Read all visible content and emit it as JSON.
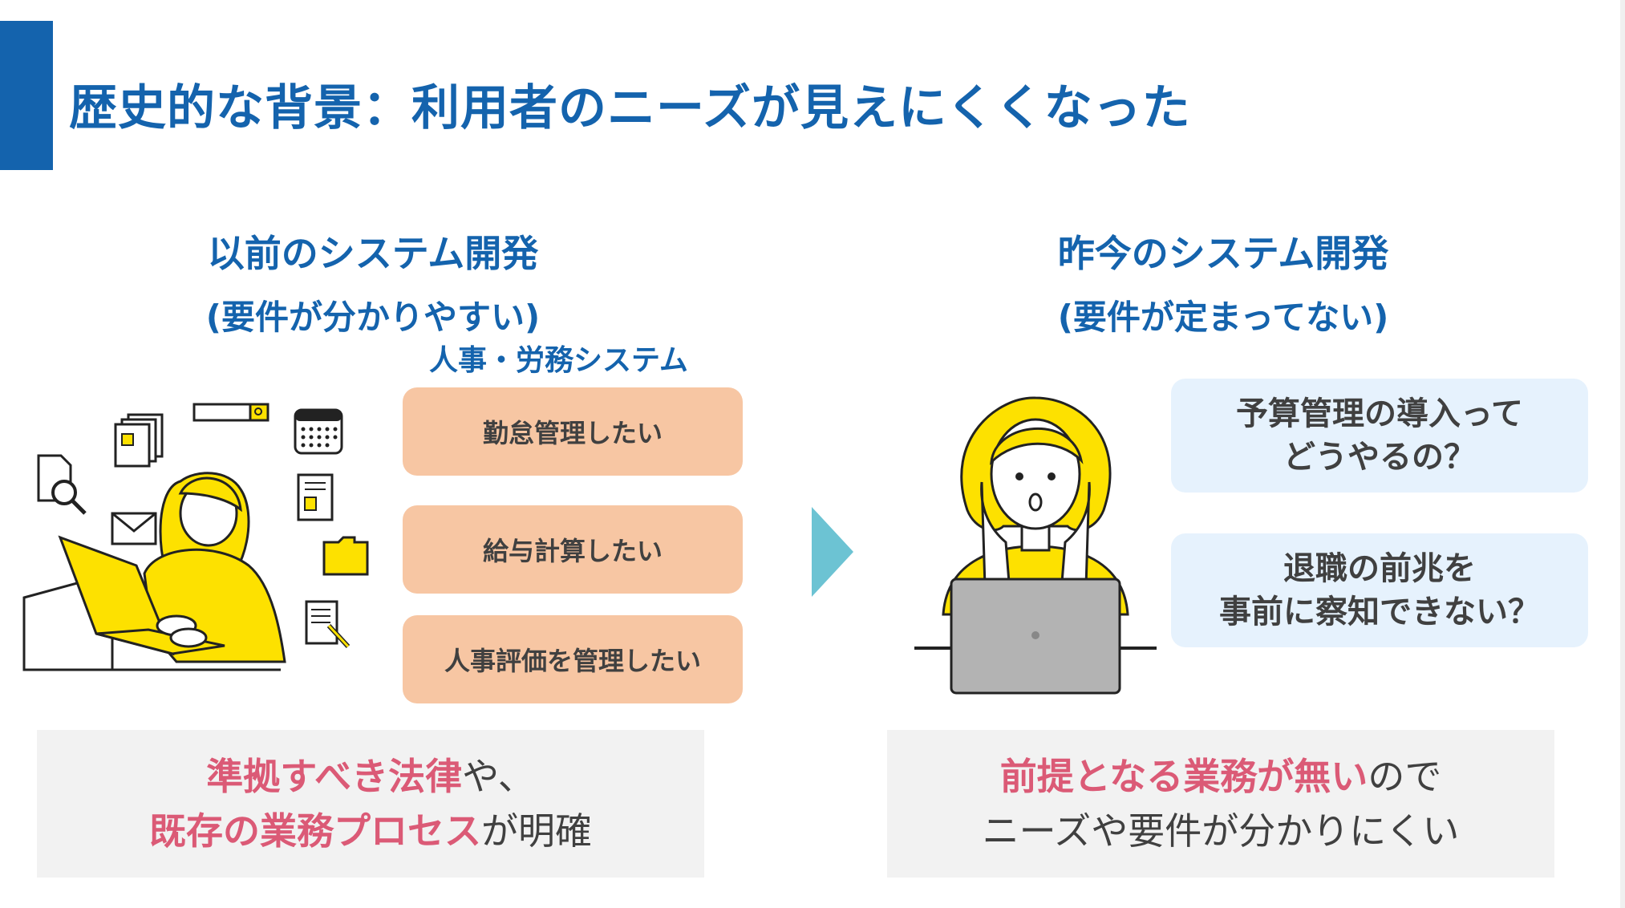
{
  "title": "歴史的な背景：利用者のニーズが見えにくくなった",
  "left": {
    "heading": "以前のシステム開発",
    "subheading": "(要件が分かりやすい)",
    "system_label": "人事・労務システム",
    "bubbles": [
      "勤怠管理したい",
      "給与計算したい",
      "人事評価を管理したい"
    ],
    "summary": {
      "line1_highlight": "準拠すべき法律",
      "line1_rest": "や、",
      "line2_highlight": "既存の業務プロセス",
      "line2_rest": "が明確"
    }
  },
  "right": {
    "heading": "昨今のシステム開発",
    "subheading": "(要件が定まってない)",
    "bubbles": [
      {
        "line1": "予算管理の導入って",
        "line2": "どうやるの？"
      },
      {
        "line1": "退職の前兆を",
        "line2": "事前に察知できない？"
      }
    ],
    "summary": {
      "line1_highlight": "前提となる業務が無い",
      "line1_rest": "ので",
      "line2_plain": "ニーズや要件が分かりにくい"
    }
  },
  "colors": {
    "accent": "#1463ad",
    "highlight": "#db5a76",
    "orange_bubble": "#f7c6a3",
    "blue_bubble": "#e6f2fd",
    "arrow": "#6cc3d3",
    "yellow": "#fde100"
  },
  "icons": [
    "documents-icon",
    "search-bar-icon",
    "calendar-icon",
    "file-search-icon",
    "mail-icon",
    "note-icon",
    "folder-icon",
    "pencil-note-icon",
    "laptop-icon",
    "arrow-right-icon"
  ]
}
